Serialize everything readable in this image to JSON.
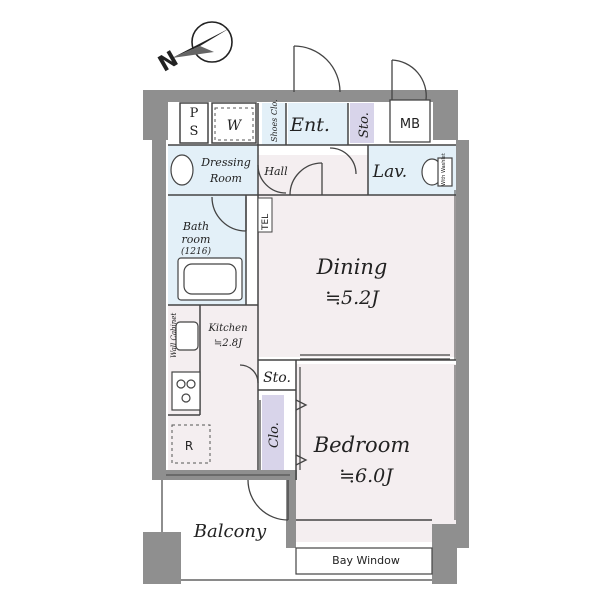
{
  "compass": {
    "letter": "N"
  },
  "rooms": {
    "ps": {
      "line1": "P",
      "line2": "S"
    },
    "washer": "W",
    "shoes_closet": "Shoes Clo.",
    "entrance": "Ent.",
    "entrance_storage": "Sto.",
    "meter_box": "MB",
    "dressing_room": {
      "line1": "Dressing",
      "line2": "Room"
    },
    "hall": "Hall",
    "lavatory": "Lav.",
    "washlet": "With Washlet",
    "tel": "TEL",
    "bathroom": {
      "line1": "Bath",
      "line2": "room",
      "line3": "(1216)"
    },
    "dining": {
      "name": "Dining",
      "size": "≒5.2J"
    },
    "wall_cabinet": "Wall Cabinet",
    "kitchen": {
      "name": "Kitchen",
      "size": "≒2.8J"
    },
    "storage": "Sto.",
    "closet": "Clo.",
    "refrigerator": "R",
    "bedroom": {
      "name": "Bedroom",
      "size": "≒6.0J"
    },
    "balcony": "Balcony",
    "bay_window": "Bay Window"
  },
  "colors": {
    "wall": "#8f8f8f",
    "floor_pink": "#f4eef0",
    "wet_blue": "#e3f0f8",
    "storage_purple": "#d8d4ea",
    "line": "#444444"
  }
}
